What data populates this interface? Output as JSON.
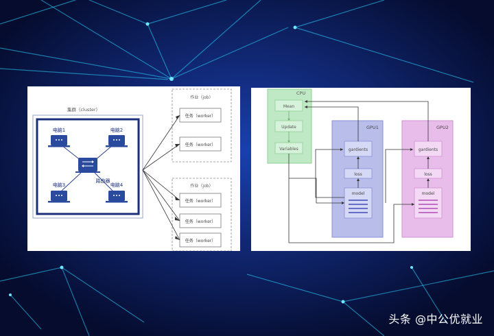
{
  "colors": {
    "background": "#06103a",
    "cyan_glow": "#27d3ff",
    "cluster_border": "#1b2f7a",
    "cpu_fill": "#bfe8c4",
    "gpu1_fill": "#b9bde9",
    "gpu2_fill": "#e9bdea"
  },
  "cluster": {
    "title": "集群（cluster）",
    "pcs": [
      "电脑1",
      "电脑2",
      "电脑3",
      "电脑4"
    ],
    "router_label": "路由器"
  },
  "jobs": [
    {
      "title": "作业（job）",
      "workers": [
        "任务（worker）",
        "任务（worker）"
      ]
    },
    {
      "title": "作业（job）",
      "workers": [
        "任务（worker）",
        "任务（worker）",
        "任务（worker）"
      ]
    }
  ],
  "gpu_diagram": {
    "cpu": {
      "label": "CPU",
      "nodes": [
        "Mean",
        "Update",
        "Variables"
      ]
    },
    "gpus": [
      {
        "label": "GPU1",
        "nodes": [
          "gardients",
          "loss",
          "model"
        ]
      },
      {
        "label": "GPU2",
        "nodes": [
          "gardients",
          "loss",
          "model"
        ]
      }
    ]
  },
  "watermark": "头条 @中公优就业"
}
